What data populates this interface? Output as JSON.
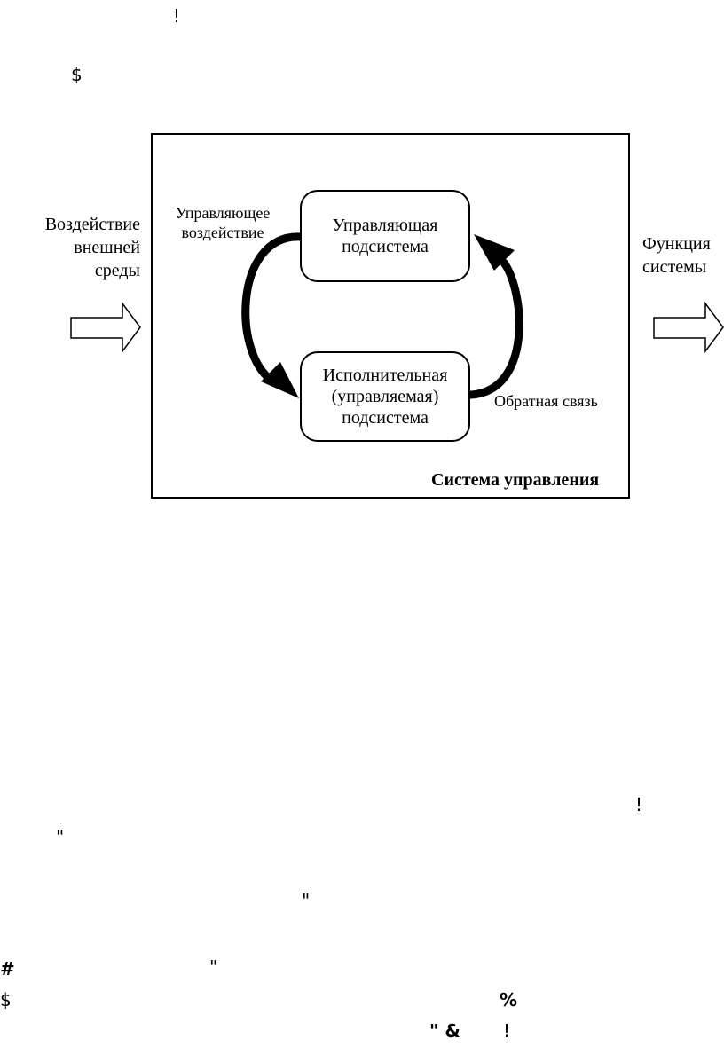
{
  "stray_glyphs": {
    "g1": "!",
    "g2": "$",
    "g3": "!",
    "g4": "\"",
    "g5": "\"",
    "g6": "#",
    "g7": "\"",
    "g8": "$",
    "g9": "%",
    "g10": "\" &",
    "g11": "!"
  },
  "diagram": {
    "input_label": "Воздействие\nвнешней\nсреды",
    "output_label": "Функция\nсистемы",
    "control_action_label": "Управляющее\nвоздействие",
    "feedback_label": "Обратная связь",
    "system_label": "Система управления",
    "nodes": {
      "controlling": "Управляющая\nподсистема",
      "executive": "Исполнительная\n(управляемая)\nподсистема"
    }
  }
}
